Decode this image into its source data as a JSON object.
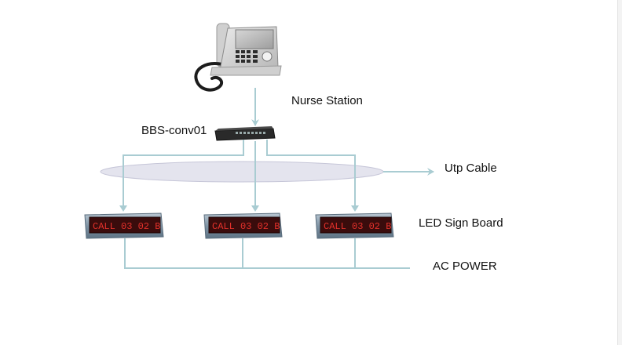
{
  "labels": {
    "nurse_station": "Nurse Station",
    "converter": "BBS-conv01",
    "utp_cable": "Utp Cable",
    "led_sign_board": "LED Sign Board",
    "ac_power": "AC POWER"
  },
  "led_boards": [
    {
      "text": "CALL  03 02 B"
    },
    {
      "text": "CALL  03 02 B"
    },
    {
      "text": "CALL  03 02 B"
    }
  ],
  "colors": {
    "cable": "#a9ccd2",
    "ellipse_fill": "#e4e4ee",
    "led_text": "#e4312b",
    "led_screen": "#3a0c0c",
    "board_frame": "#8296a6"
  }
}
